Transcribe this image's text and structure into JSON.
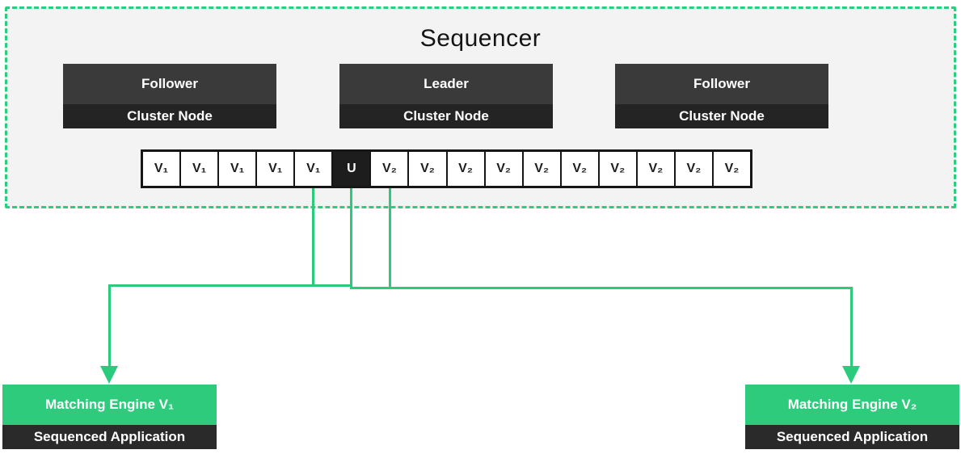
{
  "colors": {
    "accent_green": "#2bcb7d",
    "panel_background": "#f2f3f2",
    "node_role_background": "#3a3a3a",
    "node_type_background": "#242424",
    "u_cell_background": "#1d1d1d",
    "engine_subtitle_background": "#2a2a2a",
    "cell_border": "#161616",
    "text_light": "#ffffff",
    "text_dark": "#141414"
  },
  "sequencer": {
    "title": "Sequencer",
    "nodes": [
      {
        "role": "Follower",
        "type": "Cluster Node"
      },
      {
        "role": "Leader",
        "type": "Cluster Node"
      },
      {
        "role": "Follower",
        "type": "Cluster Node"
      }
    ],
    "log_cells": [
      "V₁",
      "V₁",
      "V₁",
      "V₁",
      "V₁",
      "U",
      "V₂",
      "V₂",
      "V₂",
      "V₂",
      "V₂",
      "V₂",
      "V₂",
      "V₂",
      "V₂",
      "V₂"
    ],
    "highlighted_cell_index": 5
  },
  "engines": [
    {
      "title": "Matching Engine V₁",
      "subtitle": "Sequenced Application"
    },
    {
      "title": "Matching Engine V₂",
      "subtitle": "Sequenced Application"
    }
  ]
}
